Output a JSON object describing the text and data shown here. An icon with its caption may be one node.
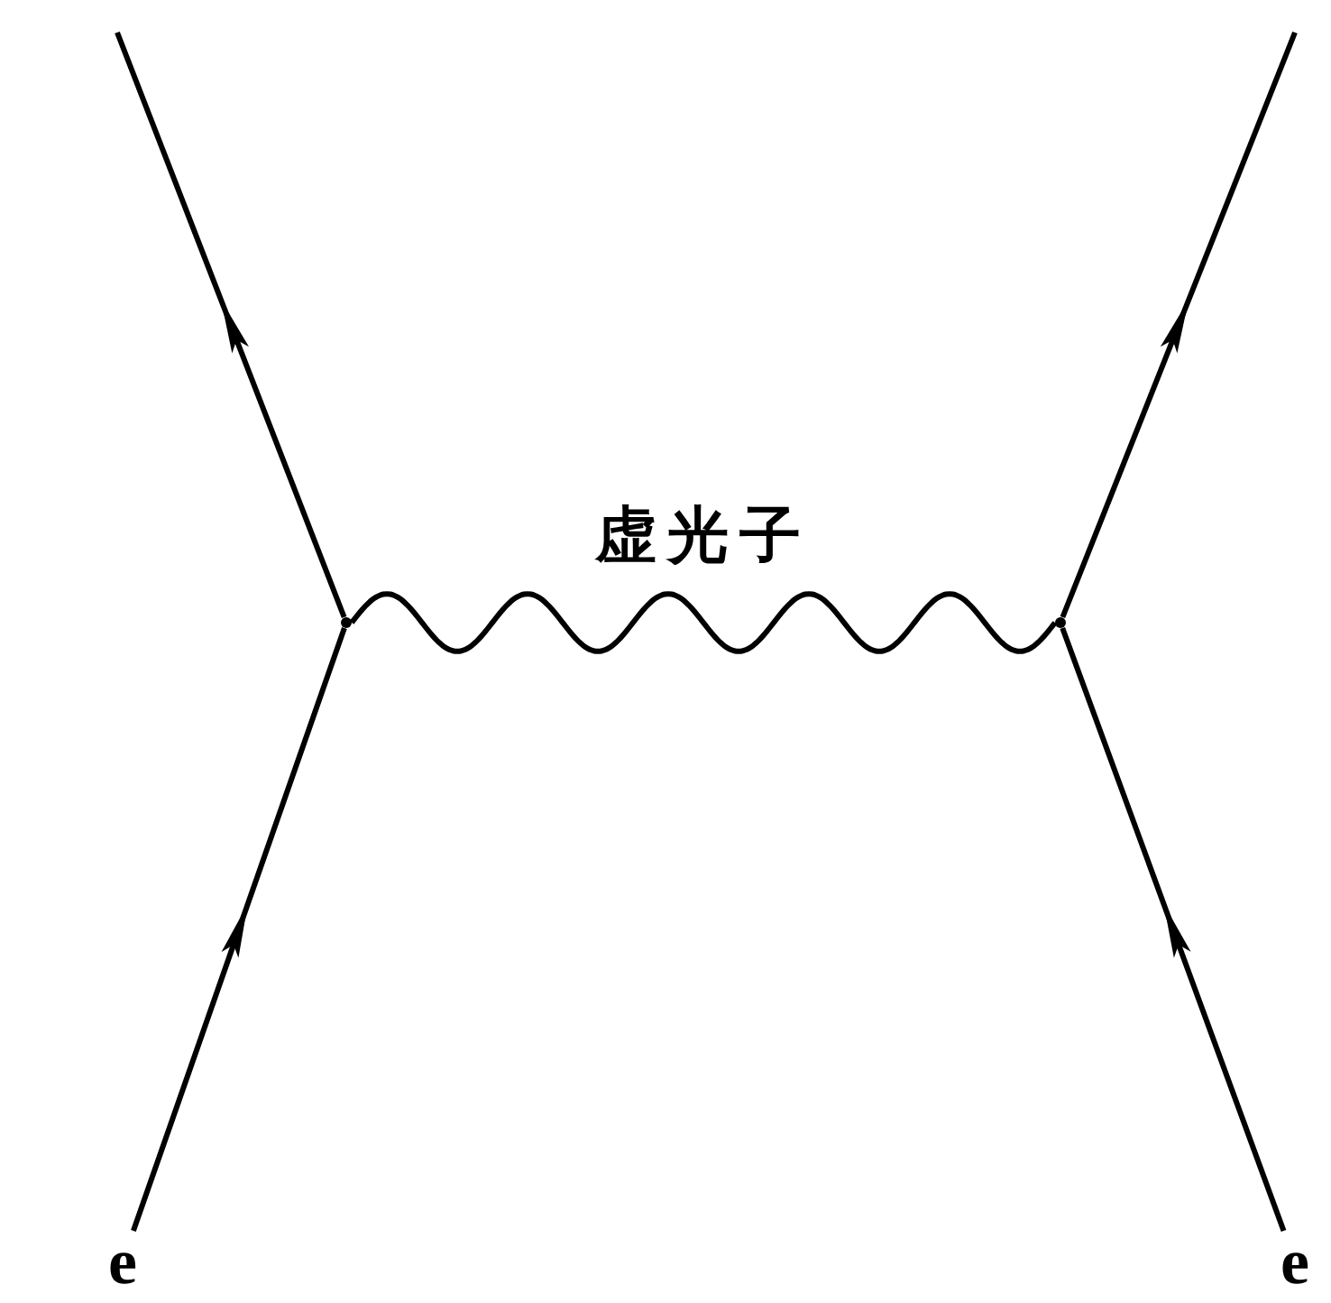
{
  "diagram": {
    "nodes": [
      {
        "text": [],
        "shape": "point"
      },
      {
        "text": [],
        "shape": "point"
      },
      {
        "text": [
          "e"
        ]
      },
      {
        "text": [
          "e"
        ]
      }
    ],
    "edges": [
      {
        "from": 2,
        "to": 0,
        "arrow": "to"
      },
      {
        "from": 0,
        "to": null,
        "arrow": "to"
      },
      {
        "from": 0,
        "to": 1,
        "arrow": "none",
        "label": "虚光子"
      },
      {
        "from": 3,
        "to": 1,
        "arrow": "to"
      },
      {
        "from": 1,
        "to": null,
        "arrow": "to"
      }
    ]
  }
}
